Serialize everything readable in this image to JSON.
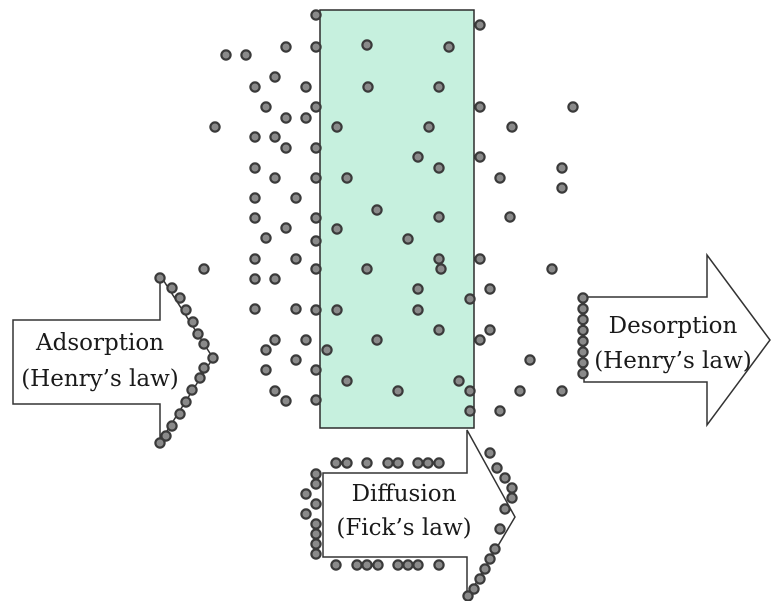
{
  "arrows": {
    "adsorption": {
      "line1": "Adsorption",
      "line2": "(Henry’s law)"
    },
    "desorption": {
      "line1": "Desorption",
      "line2": "(Henry’s law)"
    },
    "diffusion": {
      "line1": "Diffusion",
      "line2": "(Fick’s law)"
    }
  },
  "colors": {
    "membrane_fill": "#c6f0de",
    "membrane_stroke": "#2b2b2b",
    "molecule_fill": "#8a8a8a",
    "molecule_stroke": "#3a3a3a",
    "arrow_stroke": "#333333"
  }
}
